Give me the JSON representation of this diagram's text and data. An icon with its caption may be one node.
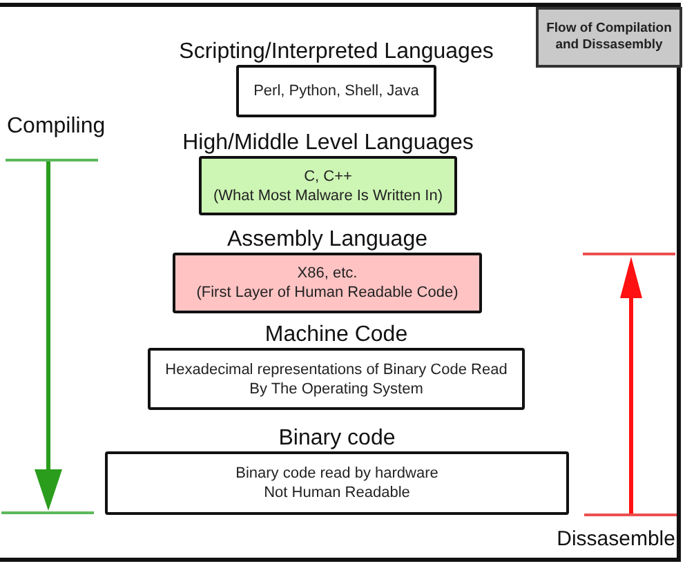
{
  "diagram": {
    "title": "Flow of Compilation and Dissasembly",
    "nodes": [
      {
        "text": [
          "Scripting/Interpreted Languages",
          "Perl, Python, Shell, Java"
        ]
      },
      {
        "text": [
          "High/Middle Level Languages",
          "C, C++",
          "(What Most Malware Is Written In)"
        ]
      },
      {
        "text": [
          "Assembly Language",
          "X86, etc.",
          "(First Layer of Human Readable Code)"
        ]
      },
      {
        "text": [
          "Machine Code",
          "Hexadecimal representations of Binary Code Read By The Operating System"
        ]
      },
      {
        "text": [
          "Binary code",
          "Binary code read by hardware",
          "Not Human Readable"
        ]
      }
    ],
    "labels": [
      "Compiling",
      "Dissasemble"
    ]
  }
}
